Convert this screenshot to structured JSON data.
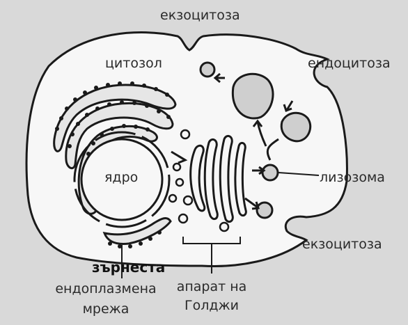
{
  "labels": {
    "exocytosis_top": "екзоцитоза",
    "cytosol": "цитозол",
    "endocytosis": "ендоцитоза",
    "nucleus": "ядро",
    "lysosome": "лизозома",
    "exocytosis_bottom": "екзоцитоза",
    "rough": "зърнеста",
    "er_line1": "ендоплазмена",
    "er_line2": "мрежа",
    "golgi_line1": "апарат на",
    "golgi_line2": "Голджи"
  },
  "colors": {
    "cell_fill": "#f7f7f7",
    "outline": "#1a1a1a",
    "background": "#d9d9d9",
    "vesicle_fill": "#cfcfcf"
  }
}
